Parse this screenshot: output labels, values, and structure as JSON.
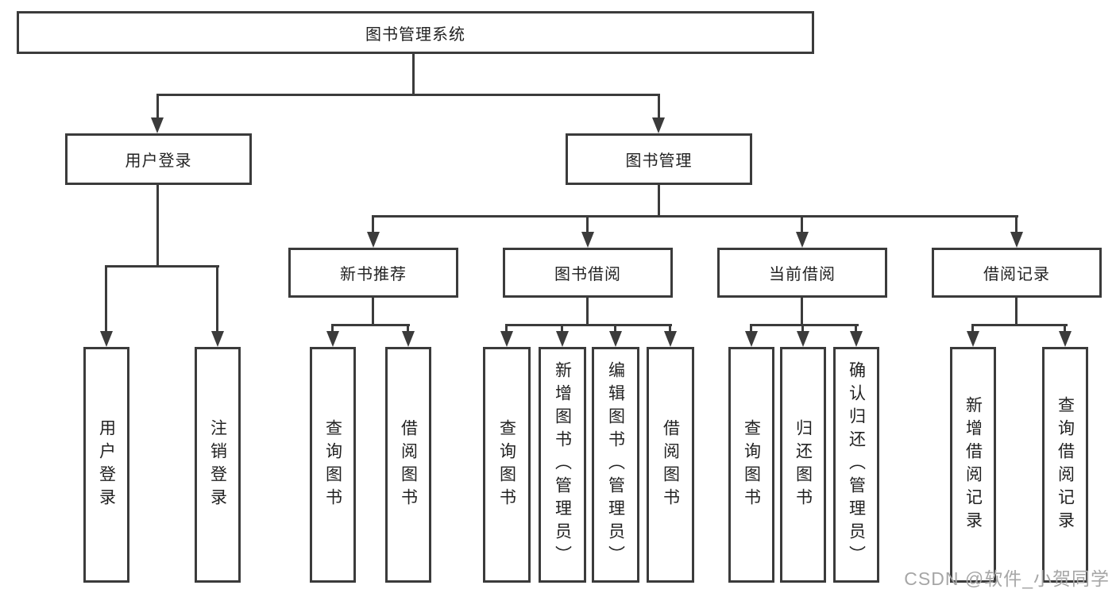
{
  "tree": {
    "root": "图书管理系统",
    "user": {
      "label": "用户登录",
      "c1": "用户登录",
      "c2": "注销登录"
    },
    "mgmt": {
      "label": "图书管理",
      "rec": {
        "label": "新书推荐",
        "c1": "查询图书",
        "c2": "借阅图书"
      },
      "borrow": {
        "label": "图书借阅",
        "c1": "查询图书",
        "c2": "新增图书（管理员）",
        "c3": "编辑图书（管理员）",
        "c4": "借阅图书"
      },
      "current": {
        "label": "当前借阅",
        "c1": "查询图书",
        "c2": "归还图书",
        "c3": "确认归还（管理员）"
      },
      "record": {
        "label": "借阅记录",
        "c1": "新增借阅记录",
        "c2": "查询借阅记录"
      }
    }
  },
  "watermark": "CSDN @软件_小贺同学",
  "colors": {
    "line": "#3b3b3b",
    "text": "#222222",
    "watermark": "#a6a6a6",
    "background": "#ffffff"
  }
}
